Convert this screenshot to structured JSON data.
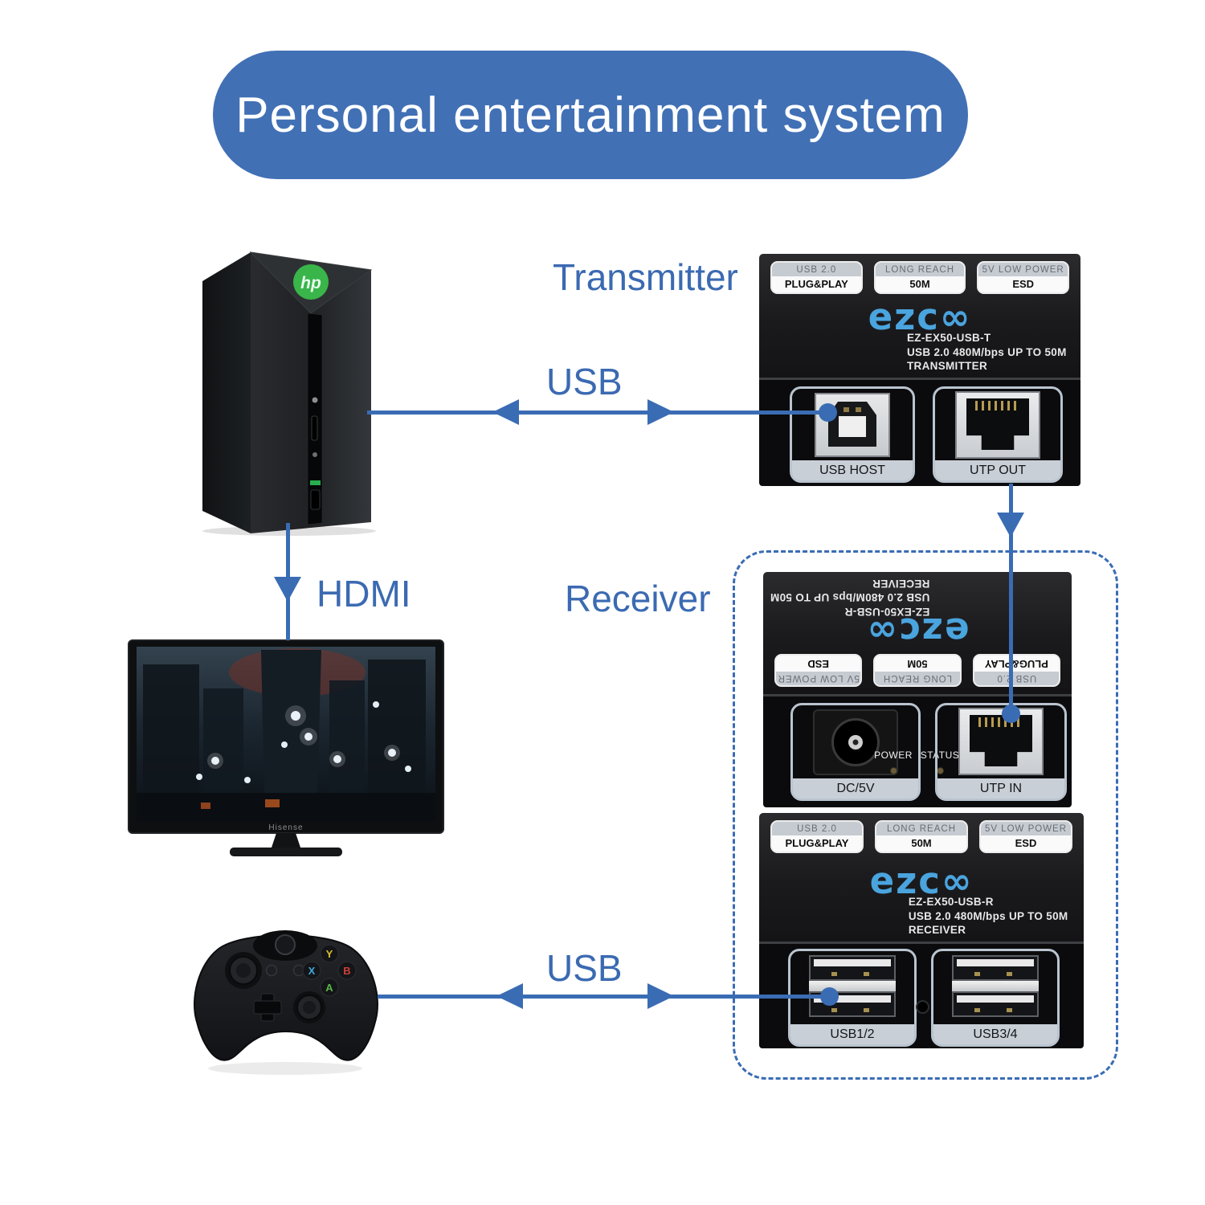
{
  "title": "Personal entertainment system",
  "colors": {
    "accent": "#3a6cb4",
    "banner": "#4170b5",
    "logo_blue": "#4aa4de"
  },
  "labels": {
    "transmitter": "Transmitter",
    "receiver": "Receiver",
    "usb_top": "USB",
    "usb_bottom": "USB",
    "hdmi": "HDMI"
  },
  "badges": [
    {
      "top": "USB 2.0",
      "bottom": "PLUG&PLAY"
    },
    {
      "top": "LONG REACH",
      "bottom": "50M"
    },
    {
      "top": "5V LOW POWER",
      "bottom": "ESD"
    }
  ],
  "transmitter_box": {
    "logo": "ezc∞",
    "model": "EZ-EX50-USB-T",
    "spec": "USB 2.0 480M/bps UP TO 50M",
    "role": "TRANSMITTER",
    "ports": [
      {
        "label": "USB HOST"
      },
      {
        "label": "UTP OUT"
      }
    ]
  },
  "receiver_box": {
    "logo": "ezc∞",
    "model": "EZ-EX50-USB-R",
    "spec": "USB 2.0 480M/bps UP TO 50M",
    "role": "RECEIVER",
    "led_labels": {
      "power": "POWER",
      "status": "STATUS"
    },
    "front_ports": [
      {
        "label": "DC/5V"
      },
      {
        "label": "UTP IN"
      }
    ],
    "usb_ports": [
      {
        "label": "USB1/2"
      },
      {
        "label": "USB3/4"
      }
    ]
  },
  "devices": {
    "pc_logo": "hp",
    "tv_brand": "Hisense",
    "controller_buttons": {
      "y": "Y",
      "x": "X",
      "b": "B",
      "a": "A"
    }
  }
}
